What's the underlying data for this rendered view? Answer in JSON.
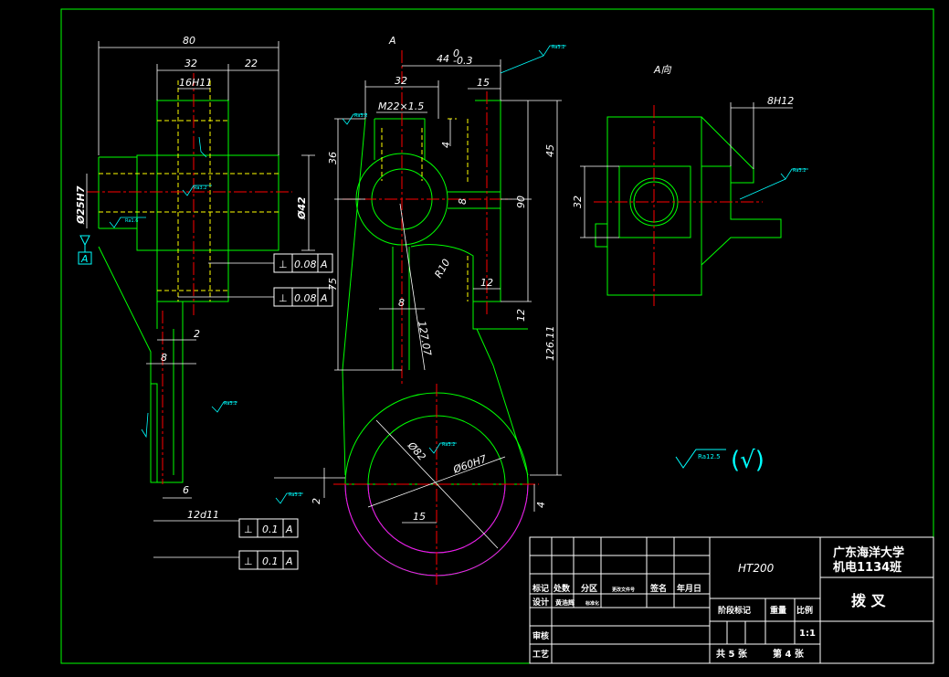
{
  "colors": {
    "background": "#000000",
    "frame": "#00ff00",
    "outline": "#00ff00",
    "hidden": "#ffff00",
    "center": "#ff0000",
    "dimension": "#ffffff",
    "roughness": "#00ffff",
    "chamfer": "#ff00ff"
  },
  "views": {
    "a_view_label": "A向",
    "a_arrow_label": "A"
  },
  "dimensions": {
    "d80": "80",
    "d32_left": "32",
    "d22": "22",
    "d16h11": "16H11",
    "d25h7": "Ø25H7",
    "d42": "Ø42",
    "d8_left": "8",
    "d2_left": "2",
    "d6": "6",
    "d12d11": "12d11",
    "d44": "44",
    "d44_tol_upper": "0",
    "d44_tol_lower": "-0.3",
    "d32_mid": "32",
    "d15_top": "15",
    "m22": "M22×1.5",
    "d36": "36",
    "d4_top": "4",
    "d8_mid": "8",
    "d45": "45",
    "d90": "90",
    "r10": "R10",
    "d12_a": "12",
    "d12_b": "12",
    "d75": "75",
    "d8_web": "8",
    "d127": "127.07",
    "d126": "126.11",
    "d82": "Ø82",
    "d60h7": "Ø60H7",
    "d15_bottom": "15",
    "d2_bottom": "2",
    "d4_bottom": "4",
    "d8h12": "8H12",
    "d32_right": "32"
  },
  "datum_label": "A",
  "tolerances": [
    {
      "symbol": "⊥",
      "value": "0.08",
      "datum": "A"
    },
    {
      "symbol": "⊥",
      "value": "0.08",
      "datum": "A"
    },
    {
      "symbol": "⊥",
      "value": "0.1",
      "datum": "A"
    },
    {
      "symbol": "⊥",
      "value": "0.1",
      "datum": "A"
    }
  ],
  "roughness": {
    "small": "Ra3.2",
    "small_alt": "Ra1.6",
    "general": "Ra12.5",
    "general_note": "(√)"
  },
  "title_block": {
    "material": "HT200",
    "school": "广东海洋大学",
    "class": "机电1134班",
    "part_name": "拨 叉",
    "scale": "1:1",
    "sheets": "共 5 张",
    "sheet_no": "第 4 张",
    "headers": [
      "标记",
      "处数",
      "分区",
      "更改文件号",
      "签名",
      "年月日"
    ],
    "design_label": "设计",
    "designer": "黄浩辉",
    "std_label": "标准化",
    "check_label": "审核",
    "process_label": "工艺",
    "stage_label": "阶段标记",
    "weight_label": "重量",
    "ratio_label": "比例"
  }
}
